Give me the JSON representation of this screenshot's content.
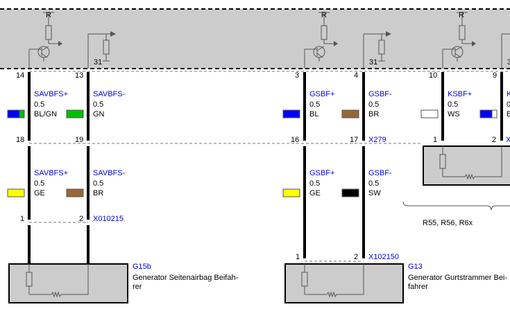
{
  "control_unit": {
    "supply_label": "R",
    "ground_label": "31"
  },
  "connector_top": {
    "pins": [
      "14",
      "13",
      "3",
      "4",
      "10",
      "9"
    ]
  },
  "wires_upper": [
    {
      "signal": "SAVBFS+",
      "size": "0.5",
      "color_code": "BL/GN",
      "colors": [
        "#0000ff",
        "#00c000"
      ]
    },
    {
      "signal": "SAVBFS-",
      "size": "0.5",
      "color_code": "GN",
      "colors": [
        "#00c000"
      ]
    },
    {
      "signal": "GSBF+",
      "size": "0.5",
      "color_code": "BL",
      "colors": [
        "#0000ff"
      ]
    },
    {
      "signal": "GSBF-",
      "size": "0.5",
      "color_code": "BR",
      "colors": [
        "#996633"
      ]
    },
    {
      "signal": "KSBF+",
      "size": "0.5",
      "color_code": "WS",
      "colors": [
        "#ffffff"
      ]
    },
    {
      "signal": "K",
      "size": "0",
      "color_code": "B",
      "colors": [
        "#0000ff",
        "#ffffff"
      ]
    }
  ],
  "connector_mid": {
    "pins": [
      "18",
      "19",
      "16",
      "17",
      "1",
      "2"
    ],
    "names": [
      "X279",
      "X"
    ]
  },
  "wires_lower": [
    {
      "signal": "SAVBFS+",
      "size": "0.5",
      "color_code": "GE",
      "colors": [
        "#ffff00"
      ]
    },
    {
      "signal": "SAVBFS-",
      "size": "0.5",
      "color_code": "BR",
      "colors": [
        "#996633"
      ]
    },
    {
      "signal": "GSBF+",
      "size": "0.5",
      "color_code": "GE",
      "colors": [
        "#ffff00"
      ]
    },
    {
      "signal": "GSBF-",
      "size": "0.5",
      "color_code": "SW",
      "colors": [
        "#000000"
      ]
    }
  ],
  "components": [
    {
      "pins": [
        "1",
        "2"
      ],
      "connector": "X010215",
      "id": "G15b",
      "desc1": "Generator Seitenairbag Beifah-",
      "desc2": "rer"
    },
    {
      "pins": [
        "1",
        "2"
      ],
      "connector": "X102150",
      "id": "G13",
      "desc1": "Generator Gurtstrammer Bei-",
      "desc2": "fahrer"
    }
  ],
  "variant_note": "R55, R56, R6x"
}
